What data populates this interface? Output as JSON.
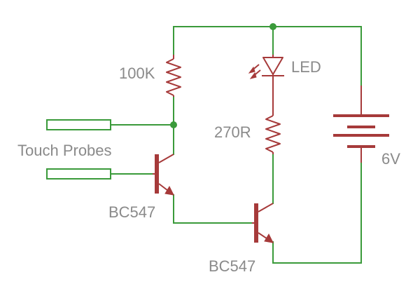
{
  "labels": {
    "resistor_top": "100K",
    "led": "LED",
    "resistor_led": "270R",
    "battery": "6V",
    "probes": "Touch Probes",
    "transistor_1": "BC547",
    "transistor_2": "BC547"
  },
  "colors": {
    "wire": "#3a9a3a",
    "component": "#a63a3a",
    "label": "#8a8a8a"
  }
}
